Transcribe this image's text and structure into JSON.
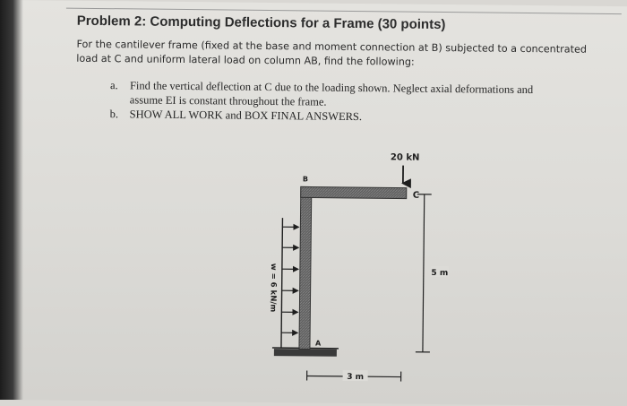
{
  "problem": {
    "title": "Problem 2: Computing Deflections for a Frame (30 points)",
    "intro_line1": "For the cantilever frame (fixed at the base and moment connection at B) subjected to a concentrated",
    "intro_line2": "load at C and uniform lateral load on column AB, find the following:"
  },
  "tasks": [
    {
      "letter": "a.",
      "line1": "Find the vertical deflection at C due to the loading shown. Neglect axial deformations and",
      "line2": "assume EI is constant throughout the frame."
    },
    {
      "letter": "b.",
      "line1": "SHOW ALL WORK and BOX FINAL ANSWERS."
    }
  ],
  "figure": {
    "load_label": "20 kN",
    "node_b": "B",
    "node_c": "C",
    "node_a": "A",
    "height_label": "5 m",
    "width_label": "3 m",
    "udl_label": "w = 6 kN/m"
  }
}
